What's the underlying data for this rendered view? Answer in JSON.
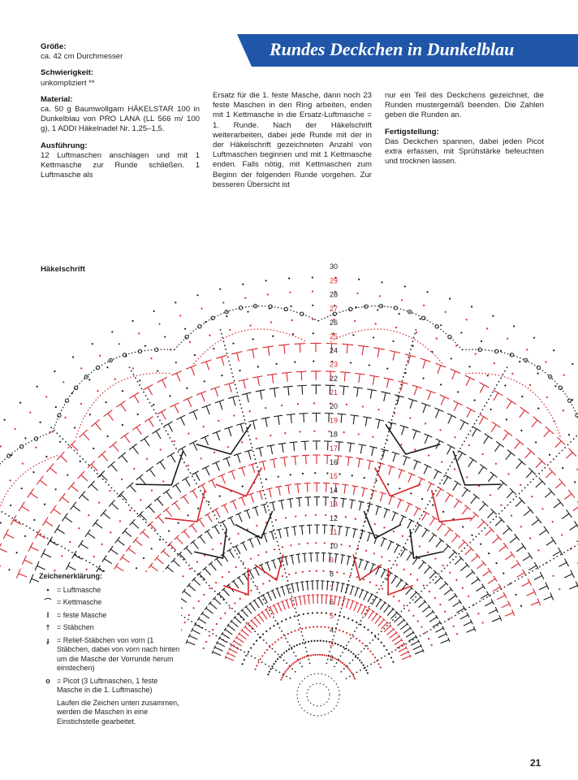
{
  "banner": {
    "title": "Rundes Deckchen in Dunkelblau",
    "color": "#1f56a8"
  },
  "info": {
    "groesse_label": "Größe:",
    "groesse_value": "ca. 42 cm Durchmesser",
    "schwierigkeit_label": "Schwierigkeit:",
    "schwierigkeit_value": "unkompliziert **",
    "material_label": "Material:",
    "material_value": "ca. 50 g Baumwollgarn HÄKELSTAR 100 in Dunkelblau von PRO LANA (LL 566 m/ 100 g), 1 ADDI Häkelnadel Nr. 1,25–1,5.",
    "ausfuehrung_label": "Ausführung:",
    "ausfuehrung_text1": "12 Luftmaschen anschlagen und mit 1 Kettmasche zur Runde schließen. 1 Luftmasche als",
    "ausfuehrung_text2": "Ersatz für die 1. feste Masche, dann noch 23 feste Maschen in den Ring arbeiten, enden mit 1 Kettmasche in die Ersatz-Luftmasche = 1. Runde. Nach der Häkelschrift weiterarbeiten, dabei jede Runde mit der in der Häkelschrift gezeichneten Anzahl von Luftmaschen beginnen und mit 1 Kettmasche enden. Falls nötig, mit Kettmaschen zum Beginn der folgenden Runde vorgehen. Zur besseren Übersicht ist",
    "ausfuehrung_text3": "nur ein Teil des Deckchens gezeichnet, die Runden mustergemäß beenden. Die Zahlen geben die Runden an.",
    "fertig_label": "Fertigstellung:",
    "fertig_text": "Das Deckchen spannen, dabei jeden Picot extra erfassen, mit Sprühstärke befeuchten und trocknen lassen."
  },
  "diagram": {
    "title": "Häkelschrift",
    "round_labels": [
      "2",
      "3",
      "4",
      "5",
      "6",
      "7",
      "8",
      "9",
      "10",
      "11",
      "12",
      "13",
      "14",
      "15",
      "16",
      "17",
      "18",
      "19",
      "20",
      "21",
      "22",
      "23",
      "24",
      "25",
      "26",
      "27",
      "28",
      "29",
      "30"
    ],
    "colors": {
      "black": "#1a1a1a",
      "red": "#d8242a"
    }
  },
  "legend": {
    "title": "Zeichenerklärung:",
    "items": [
      {
        "symbol": "•",
        "label": "= Luftmasche"
      },
      {
        "symbol": "⌒",
        "label": "= Kettmasche"
      },
      {
        "symbol": "I",
        "label": "= feste Masche"
      },
      {
        "symbol": "†",
        "label": "= Stäbchen"
      },
      {
        "symbol": "ɟ",
        "label": "= Relief-Stäbchen von vorn (1 Stäbchen, dabei von vorn nach hinten um die Masche der Vorrunde herum einstechen)"
      },
      {
        "symbol": "o",
        "label": "= Picot (3 Luftmaschen, 1 feste Masche in die 1. Luftmasche)"
      }
    ],
    "note": "Laufen die Zeichen unten zusammen, werden die Maschen in eine Einstichstelle gearbeitet."
  },
  "page_number": "21"
}
